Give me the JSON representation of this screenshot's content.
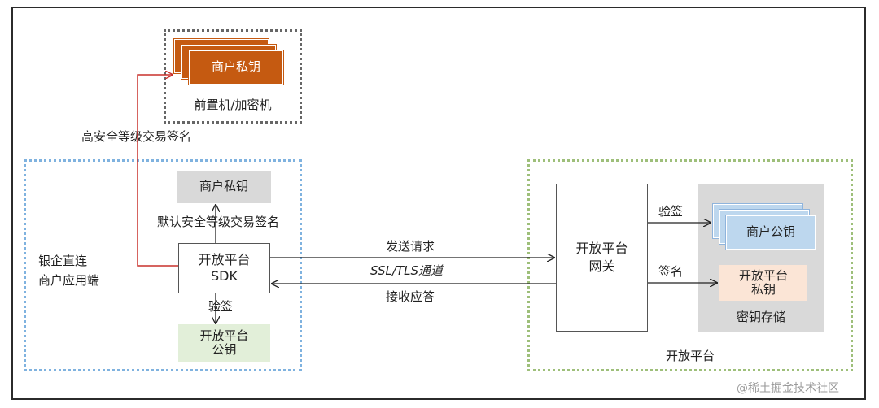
{
  "hsm": {
    "key_label": "商户私钥",
    "caption": "前置机/加密机",
    "high_sign_label": "高安全等级交易签名"
  },
  "client": {
    "caption_line1": "银企直连",
    "caption_line2": "商户应用端",
    "private_key": "商户私钥",
    "default_sign_label": "默认安全等级交易签名",
    "sdk_line1": "开放平台",
    "sdk_line2": "SDK",
    "verify_label": "验签",
    "public_key_line1": "开放平台",
    "public_key_line2": "公钥"
  },
  "channel": {
    "send_label": "发送请求",
    "tunnel_label": "SSL/TLS通道",
    "reply_label": "接收应答"
  },
  "platform": {
    "caption": "开放平台",
    "gateway_line1": "开放平台",
    "gateway_line2": "网关",
    "verify_label": "验签",
    "sign_label": "签名",
    "merchant_public_key": "商户公钥",
    "private_key_line1": "开放平台",
    "private_key_line2": "私钥",
    "key_store_caption": "密钥存储"
  },
  "watermark": "@稀土掘金技术社区",
  "colors": {
    "accent_red": "#c9302c",
    "orange_key": "#c55a11",
    "blue_key": "#bdd7ee",
    "green_key": "#e2efd9",
    "peach_key": "#fbe5d6",
    "gray_panel": "#d9d9d9"
  }
}
